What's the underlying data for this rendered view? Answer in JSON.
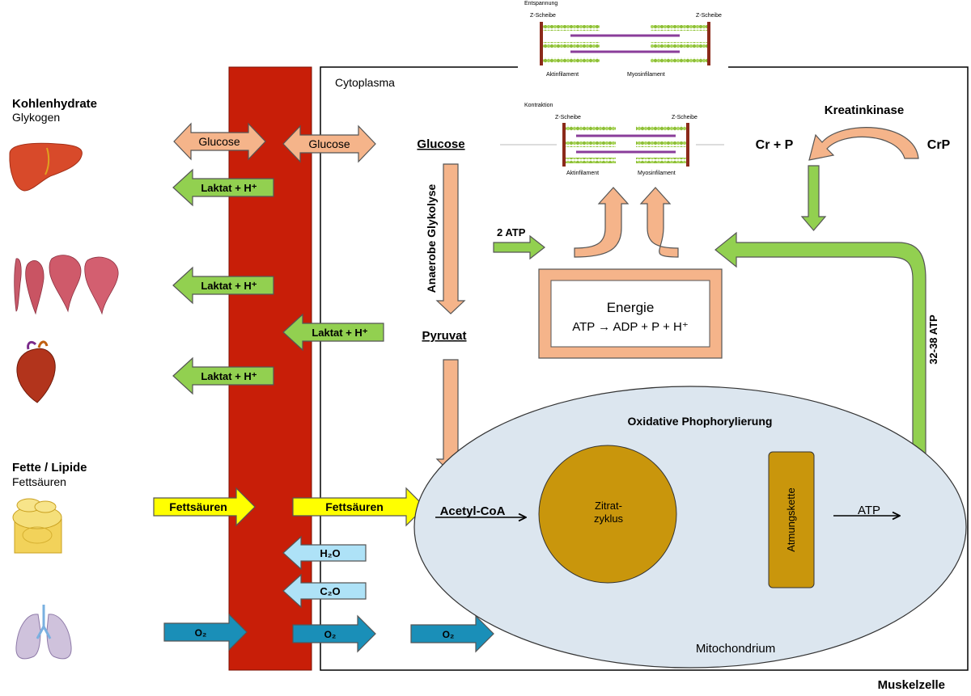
{
  "left_labels": {
    "carbs_title": "Kohlenhydrate",
    "carbs_sub": "Glykogen",
    "fats_title": "Fette / Lipide",
    "fats_sub": "Fettsäuren"
  },
  "compartments": {
    "cytoplasma": "Cytoplasma",
    "mitochondrium": "Mitochondrium",
    "muskelzelle": "Muskelzelle"
  },
  "blood_arrows": {
    "glucose": "Glucose",
    "laktat": "Laktat + H⁺",
    "fettsaeuren": "Fettsäuren",
    "h2o": "H₂O",
    "c2o": "C₂O",
    "o2": "O₂"
  },
  "pathway": {
    "glucose": "Glucose",
    "glycolysis": "Anaerobe Glykolyse",
    "pyruvat": "Pyruvat",
    "acetyl_coa": "Acetyl-CoA",
    "atp_2": "2 ATP",
    "atp_32_38": "32-38 ATP",
    "atp": "ATP"
  },
  "energy_box": {
    "title": "Energie",
    "equation": "ATP → ADP + P + H⁺"
  },
  "mito": {
    "title": "Oxidative Phophorylierung",
    "citrate_line1": "Zitrat-",
    "citrate_line2": "zyklus",
    "chain": "Atmungskette"
  },
  "creatine": {
    "enzyme": "Kreatinkinase",
    "left": "Cr + P",
    "right": "CrP"
  },
  "sarcomere": {
    "relax_title": "Entspannung",
    "contract_title": "Kontraktion",
    "z_disc": "Z-Scheibe",
    "actin": "Aktinfilament",
    "myosin": "Myosinfilament"
  },
  "colors": {
    "blood": "#c81e08",
    "glucose_arrow": "#f5b48a",
    "lactate_arrow": "#92d050",
    "fatty_acid_arrow": "#ffff00",
    "water_arrow": "#aee2f7",
    "oxygen_arrow": "#1a8fb8",
    "mitochondrion": "#dce6ef",
    "citrate_cycle": "#c9960c"
  }
}
